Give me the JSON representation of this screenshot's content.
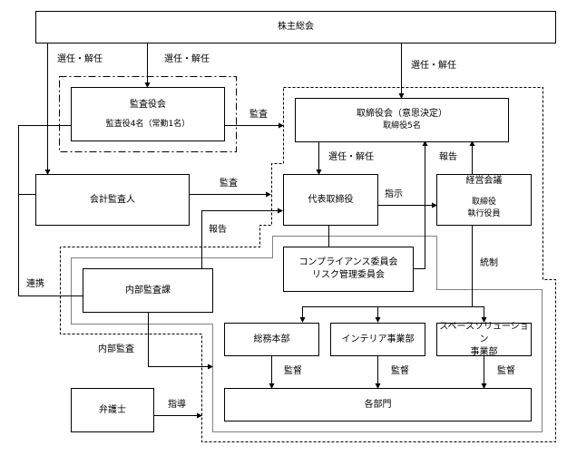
{
  "boxes": {
    "shareholders": "株主総会",
    "audit_board": {
      "title": "監査役会",
      "detail": "監査役4名（常勤1名）"
    },
    "board": {
      "title": "取締役会（意思決定）",
      "detail": "取締役5名"
    },
    "accounting_auditor": "会計監査人",
    "president": "代表取締役",
    "management_meeting": {
      "title": "経営会議",
      "detail1": "取締役",
      "detail2": "執行役員"
    },
    "committees": {
      "line1": "コンプライアンス委員会",
      "line2": "リスク管理委員会"
    },
    "internal_audit": "内部監査課",
    "general_affairs": "総務本部",
    "interior": "インテリア事業部",
    "space_solution": {
      "line1": "スペースソリューション",
      "line2": "事業部"
    },
    "departments": "各部門",
    "lawyer": "弁護士"
  },
  "labels": {
    "appoint_left": "選任・解任",
    "appoint_audit": "選任・解任",
    "appoint_board": "選任・解任",
    "appoint_president": "選任・解任",
    "audit_to_board": "監査",
    "accounting_audit": "監査",
    "report_internal": "報告",
    "report_to_board": "報告",
    "instruction": "指示",
    "control": "統制",
    "cooperation": "連携",
    "internal_audit_arrow": "内部監査",
    "guidance": "指導",
    "supervise_1": "監督",
    "supervise_2": "監督",
    "supervise_3": "監督"
  }
}
